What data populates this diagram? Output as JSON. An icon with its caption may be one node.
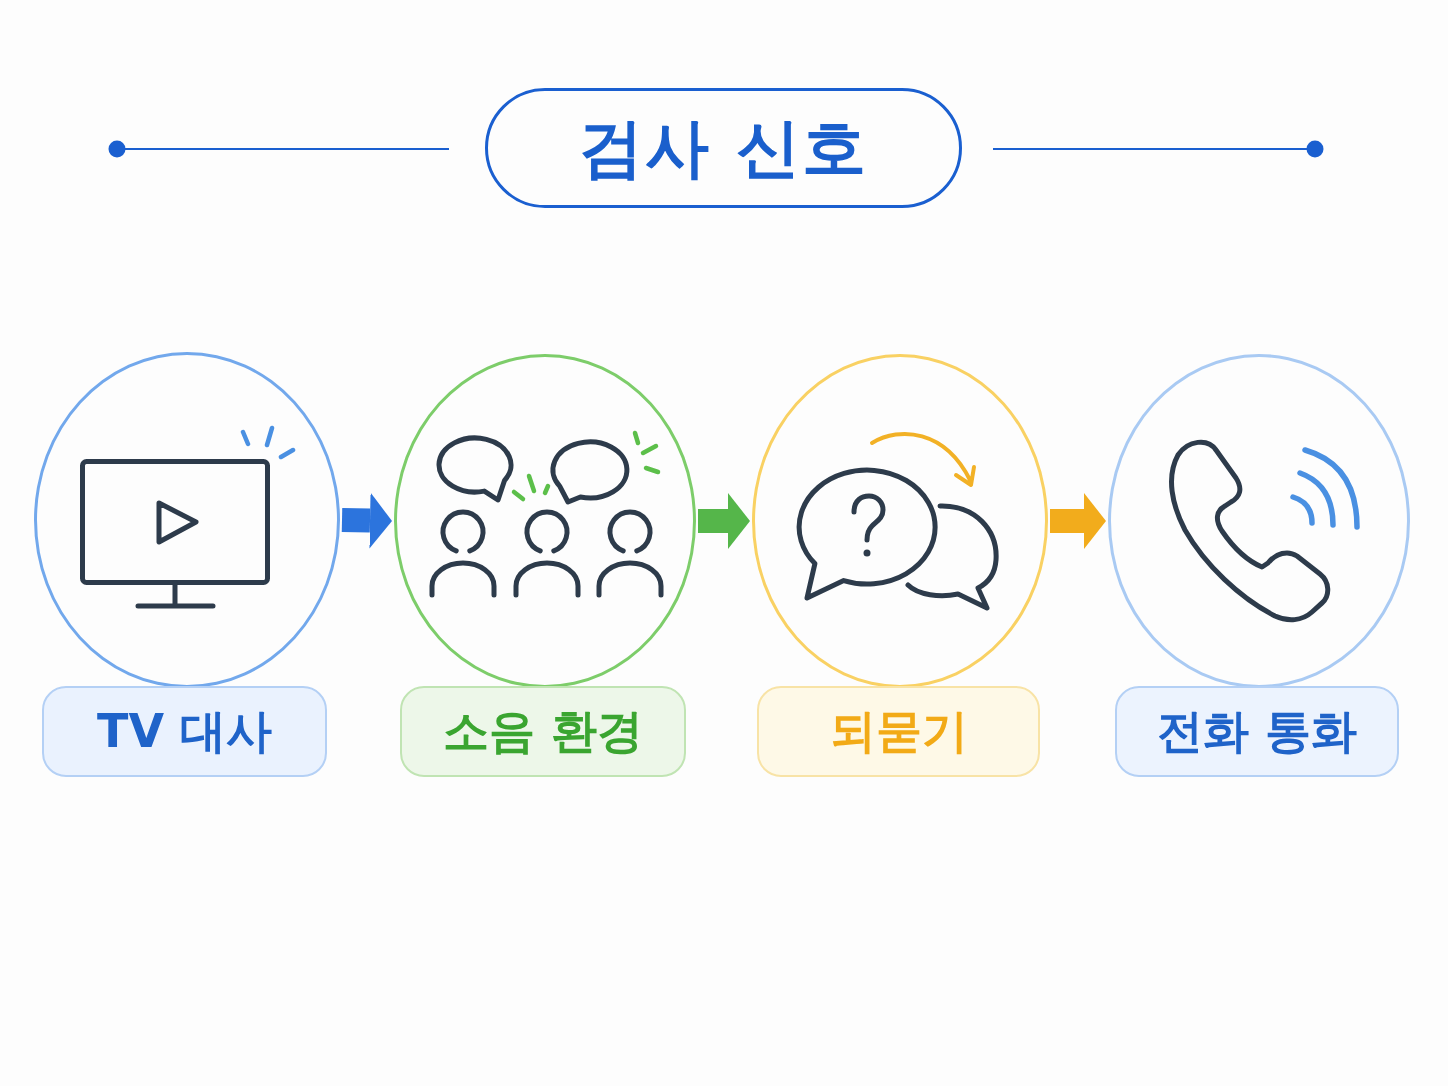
{
  "diagram": {
    "title": "검사 신호",
    "nodes": [
      {
        "text": [],
        "shape": "circle"
      },
      {
        "text": [
          "TV 대사"
        ]
      },
      {
        "text": [],
        "shape": "circle"
      },
      {
        "text": [
          "소음 환경"
        ]
      },
      {
        "text": [],
        "shape": "circle"
      },
      {
        "text": [
          "되묻기"
        ]
      },
      {
        "text": [],
        "shape": "circle"
      },
      {
        "text": [
          "전화 통화"
        ]
      }
    ],
    "edges": [
      {
        "from": 0,
        "to": 2,
        "arrow": "to",
        "color": "#2c74dd"
      },
      {
        "from": 2,
        "to": 4,
        "arrow": "to",
        "color": "#55b64a"
      },
      {
        "from": 4,
        "to": 6,
        "arrow": "to",
        "color": "#f2ac1c"
      }
    ]
  }
}
